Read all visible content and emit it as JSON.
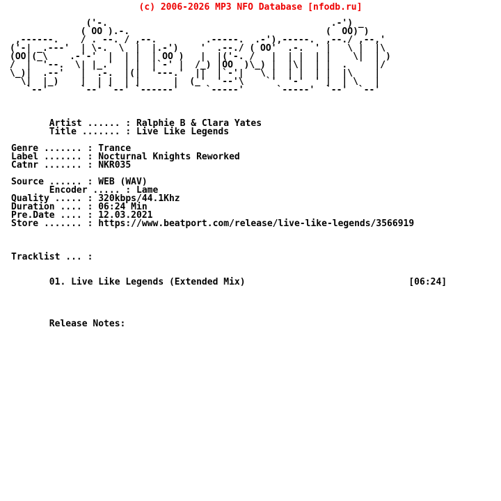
{
  "colors": {
    "banner_red": "#ee0000",
    "text_black": "#000000",
    "background": "#ffffff"
  },
  "banner": {
    "copyright": "(c) 2006-2026 MP3 NFO Database [nfodb.ru]"
  },
  "ascii_logo": {
    "group_name": "FALCON",
    "lines": [
      "              ('-.                                         .-') _",
      "             ( OO ).-.                                    (  OO) )",
      " ,------.    / . --. / ,--.         .-----.  .-'),-----.  ,--./ ,--,'",
      "('-| _.---'  | \\-.  \\  |  |.-')    '  .--./ ( OO'  .-.  ' |   \\ |  |\\ ",
      "(OO|(_\\    .-'-'  |  | |  | OO )   |  |('-. /   |  | |  | |    \\|  | )",
      "/  |  '--.  \\| |_.'  | |  |`-' |  /_) |OO  )\\_) |  |\\|  | |  .     |/ ",
      "\\_)|  .--'   |  .-.  |(|  '---.'  ||  |`-'|   \\ |  | |  | |  |\\    |  ",
      "  \\|  |_)    |  | |  | |      |  (_'  '--'\\    `'  '-'  ' |  | \\   |  ",
      "   `--'      `--' `--' `------'     `-----'      `-----'  `--'  `--'  "
    ]
  },
  "release": {
    "artist": "Ralphie B & Clara Yates",
    "title": "Live Like Legends",
    "genre": "Trance",
    "label": "Nocturnal Knights Reworked",
    "catnr": "NKR035",
    "source": "WEB (WAV)",
    "encoder": "Lame",
    "quality": "320kbps/44.1Khz",
    "duration": "06:24 Min",
    "pre_date": "12.03.2021",
    "store_url": "https://www.beatport.com/release/live-like-legends/3566919",
    "tracks": [
      {
        "number": "01",
        "title": "Live Like Legends (Extended Mix)",
        "time": "[06:24]"
      }
    ]
  },
  "nfo_text": {
    "release_info_lines": [
      "       Artist ...... : Ralphie B & Clara Yates",
      "       Title ....... : Live Like Legends",
      "",
      "Genre ....... : Trance",
      "Label ....... : Nocturnal Knights Reworked",
      "Catnr ....... : NKR035",
      "",
      "Source ...... : WEB (WAV)",
      "       Encoder ..... : Lame",
      "Quality ..... : 320kbps/44.1Khz",
      "Duration .... : 06:24 Min",
      "Pre.Date .... : 12.03.2021",
      "Store ....... : https://www.beatport.com/release/live-like-legends/3566919"
    ],
    "tracklist_lines": [
      "Tracklist ... : ",
      "",
      "",
      "       01. Live Like Legends (Extended Mix)                              [06:24]"
    ],
    "release_notes_lines": [
      "       Release Notes:"
    ]
  }
}
